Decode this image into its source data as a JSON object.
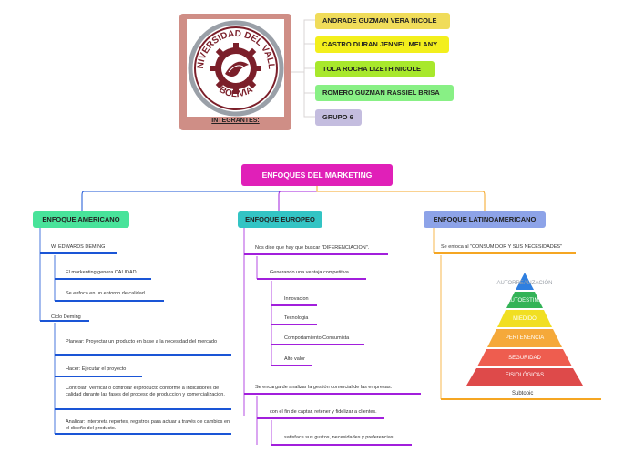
{
  "logo": {
    "university_text_top": "UNIVERSIDAD DEL VALLE",
    "university_text_bottom": "BOLIVIA",
    "caption": "INTEGRANTES:"
  },
  "members": [
    {
      "name": "ANDRADE GUZMAN VERA NICOLE",
      "color": "#f0dc5a"
    },
    {
      "name": "CASTRO DURAN JENNEL MELANY",
      "color": "#f3ef1c"
    },
    {
      "name": "TOLA ROCHA LIZETH NICOLE",
      "color": "#a8e82c"
    },
    {
      "name": "ROMERO GUZMAN RASSIEL BRISA",
      "color": "#88f085"
    },
    {
      "name": "GRUPO 6",
      "color": "#c4bddf"
    }
  ],
  "root": {
    "label": "ENFOQUES DEL MARKETING",
    "color": "#e020b8"
  },
  "branches": {
    "americano": {
      "label": "ENFOQUE AMERICANO",
      "color": "#48e39a",
      "deming": "W. EDWARDS DEMING",
      "deming_children": [
        "El markenting genera CALIDAD",
        "Se enfoca en un entorno de calidad."
      ],
      "ciclo": "Ciclo Deming",
      "ciclo_children": [
        "Planear: Proyectar un producto en base a la necesidad del mercado",
        "Hacer: Ejecutar el proyecto",
        "Controlar: Verificar o controlar el producto conforme a indicadores de calidad durante las fases del proceso de produccion y comercializacion.",
        "Analizar: Interpreta reportes, registros para actuar a través de cambios en el diseño del producto."
      ]
    },
    "europeo": {
      "label": "ENFOQUE EUROPEO",
      "color": "#33c4c4",
      "diferenciacion": "Nos dice que hay que buscar \"DIFERENCIACION\".",
      "ventaja": "Generando una ventaja competitiva",
      "ventaja_children": [
        "Innovacion",
        "Tecnologia",
        "Comportamiento Consumista",
        "Alto valor"
      ],
      "gestion": "Se encarga de analizar la gestión comercial de las empresas.",
      "captar": "con el fin de captar, retener y fidelizar a clientes.",
      "satisface": "satisface sus gustos, necesidades y preferencias"
    },
    "latino": {
      "label": "ENFOQUE LATINOAMERICANO",
      "color": "#8da3e8",
      "consumidor": "Se enfoca al \"CONSUMIDOR Y SUS NECESIDADES\"",
      "pyramid": [
        {
          "label": "AUTORREALIZACIÓN",
          "color": "#2f7fe0"
        },
        {
          "label": "AUTOESTIMA",
          "color": "#33b357"
        },
        {
          "label": "MIEDIDO",
          "color": "#f1df22"
        },
        {
          "label": "PERTENENCIA",
          "color": "#f5a93a"
        },
        {
          "label": "SEGURIDAD",
          "color": "#ee5d4f"
        },
        {
          "label": "FISIOLÓGICAS",
          "color": "#de4a4a"
        }
      ],
      "subtopic": "Subtopic"
    }
  },
  "line_colors": {
    "americano": "#1a55d6",
    "europeo": "#a21fdc",
    "latino": "#f5a623"
  }
}
